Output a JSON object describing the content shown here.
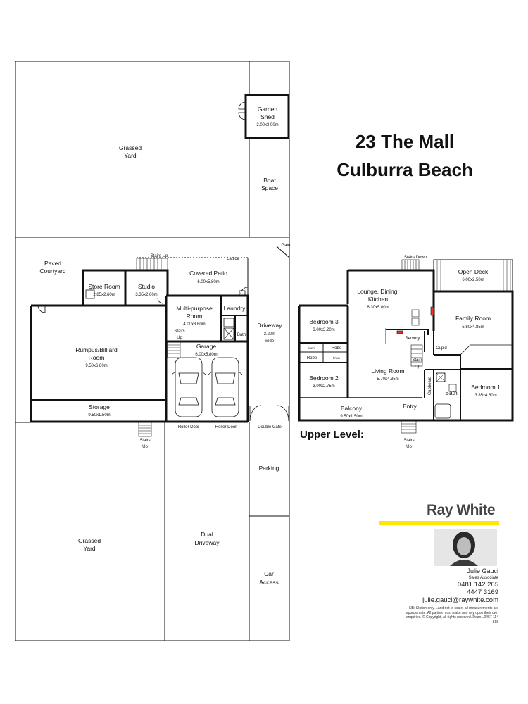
{
  "property": {
    "street": "23 The Mall",
    "suburb": "Culburra Beach"
  },
  "upper_level_label": "Upper Level:",
  "ground": {
    "grassed_yard_top": [
      "Grassed",
      "Yard"
    ],
    "garden_shed": [
      "Garden",
      "Shed",
      "3.00x3.00m"
    ],
    "boat_space": [
      "Boat",
      "Space"
    ],
    "gate": "Gate",
    "paved_courtyard": [
      "Paved",
      "Courtyard"
    ],
    "store_room": [
      "Store Room",
      "2.85x2.60m"
    ],
    "studio": [
      "Studio",
      "3.35x2.60m"
    ],
    "stairs_up_top": "Stairs Up",
    "lattice": "Lattice",
    "covered_patio": [
      "Covered Patio",
      "6.00x5.80m"
    ],
    "multi_purpose": [
      "Multi-purpose",
      "Room",
      "4.00x3.60m"
    ],
    "laundry": "Laundry",
    "bath": "Bath",
    "driveway": [
      "Driveway",
      "3.20m",
      "wide"
    ],
    "stairs_up_mid": [
      "Stairs",
      "Up"
    ],
    "garage": [
      "Garage",
      "6.00x5.80m"
    ],
    "rumpus": [
      "Rumpus/Billiard",
      "Room",
      "9.50x6.80m"
    ],
    "storage": [
      "Storage",
      "9.50x1.50m"
    ],
    "roller_door": "Roller Door",
    "double_gate": "Double Gate",
    "stairs_up_bottom": [
      "Stairs",
      "Up"
    ],
    "parking": "Parking",
    "grassed_yard_bottom": [
      "Grassed",
      "Yard"
    ],
    "dual_driveway": [
      "Dual",
      "Driveway"
    ],
    "car_access": [
      "Car",
      "Access"
    ]
  },
  "upper": {
    "stairs_down": "Stairs Down",
    "open_deck": [
      "Open Deck",
      "6.00x2.50m"
    ],
    "lounge": [
      "Lounge, Dining,",
      "Kitchen",
      "6.30x5.00m"
    ],
    "family_room": [
      "Family Room",
      "5.80x4.85m"
    ],
    "bedroom3": [
      "Bedroom 3",
      "3.00x3.20m"
    ],
    "robe": "Robe",
    "linen": "linen",
    "servery": "Servery",
    "cupd": "Cup'd",
    "stairs_up": [
      "Stairs",
      "Up"
    ],
    "living_room": [
      "Living Room",
      "5.70x4.35m"
    ],
    "bedroom2": [
      "Bedroom 2",
      "3.00x2.75m"
    ],
    "cupboard": "Cupboard",
    "bath": "Bath",
    "bedroom1": [
      "Bedroom 1",
      "3.85x4.60m"
    ],
    "entry": "Entry",
    "balcony": [
      "Balcony",
      "9.50x1.50m"
    ],
    "stairs_up_bottom": [
      "Stairs",
      "Up"
    ]
  },
  "agency": {
    "brand": "Ray White",
    "brand_color": "#ffe500",
    "agent_name": "Julie Gauci",
    "agent_title": "Sales Associate",
    "mobile": "0481 142 265",
    "phone": "4447 3169",
    "email": "julie.gauci@raywhite.com",
    "disclaimer": "NB: Sketch only. Land not to scale, all measurements are approximate. All parties must make and rely upon their own enquiries. © Copyright, all rights reserved. Dean...0457 114 818"
  }
}
